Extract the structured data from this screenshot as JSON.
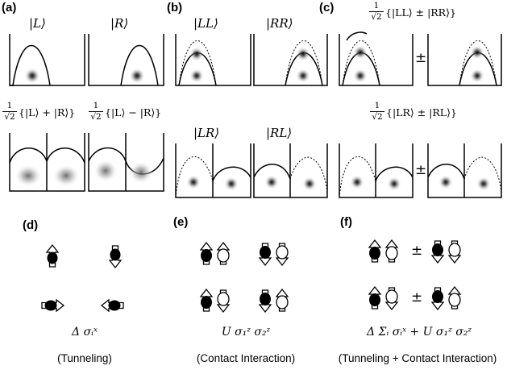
{
  "panel_labels": {
    "a": "(a)",
    "b": "(b)",
    "c": "(c)",
    "d": "(d)",
    "e": "(e)",
    "f": "(f)"
  },
  "panel_a": {
    "ket_left": "|L⟩",
    "ket_right": "|R⟩",
    "sym_frac_num": "1",
    "sym_frac_den": "√2",
    "sym_label": "{|L⟩ + |R⟩}",
    "anti_frac_num": "1",
    "anti_frac_den": "√2",
    "anti_label": "{|L⟩ − |R⟩}"
  },
  "panel_b": {
    "ket_ll": "|LL⟩",
    "ket_rr": "|RR⟩",
    "ket_lr": "|LR⟩",
    "ket_rl": "|RL⟩"
  },
  "panel_c": {
    "top_frac_num": "1",
    "top_frac_den": "√2",
    "top_label": "{|LL⟩ ± |RR⟩}",
    "bottom_frac_num": "1",
    "bottom_frac_den": "√2",
    "bottom_label": "{|LR⟩ ± |RL⟩}",
    "plus_minus": "±"
  },
  "panel_d": {
    "operator": "Δ σᵢˣ",
    "caption": "(Tunneling)"
  },
  "panel_e": {
    "operator": "U σ₁ᶻ σ₂ᶻ",
    "caption": "(Contact Interaction)"
  },
  "panel_f": {
    "operator": "Δ Σᵢ σᵢˣ + U σ₁ᶻ σ₂ᶻ",
    "caption": "(Tunneling + Contact Interaction)",
    "plus_minus": "±"
  }
}
